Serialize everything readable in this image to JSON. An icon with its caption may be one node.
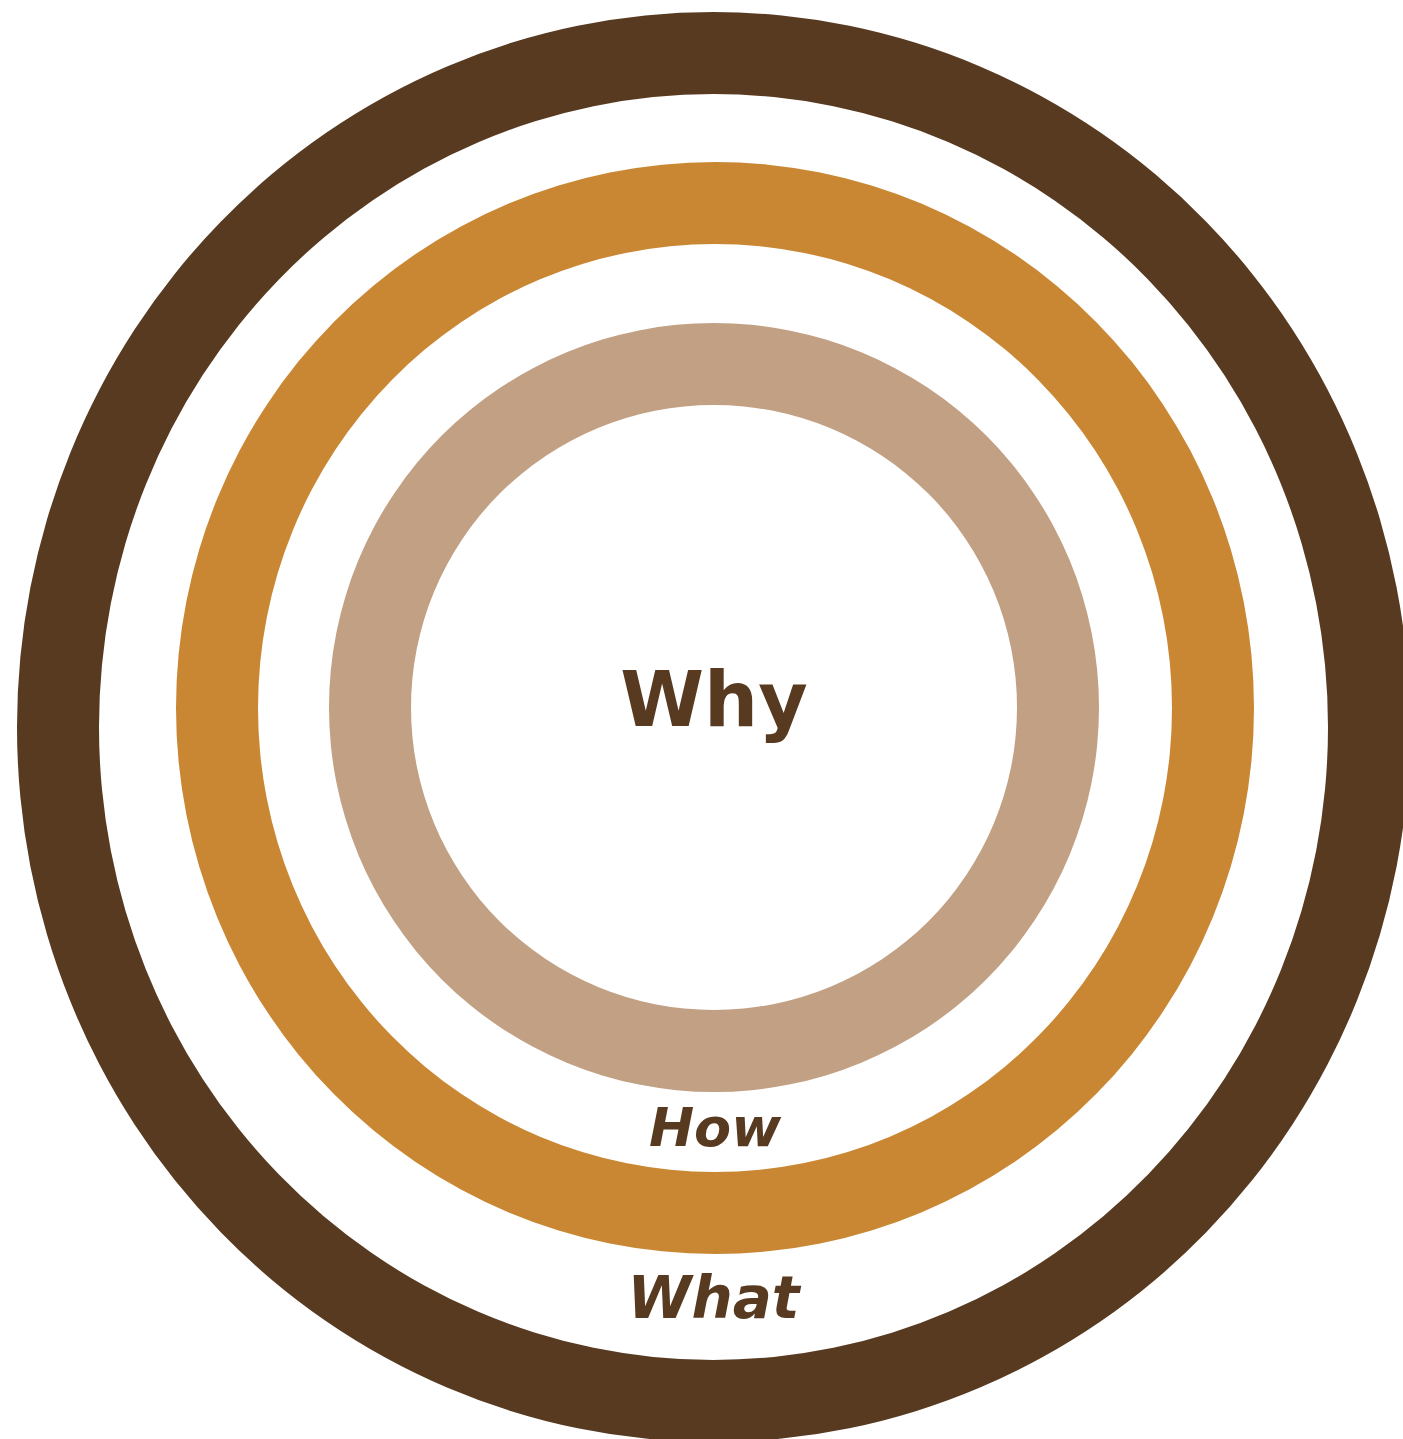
{
  "diagram": {
    "nodes": [
      {
        "text": [
          "What"
        ]
      },
      {
        "text": [
          "How"
        ],
        "in": 0
      },
      {
        "text": [
          "Why"
        ],
        "in": 1
      }
    ]
  }
}
